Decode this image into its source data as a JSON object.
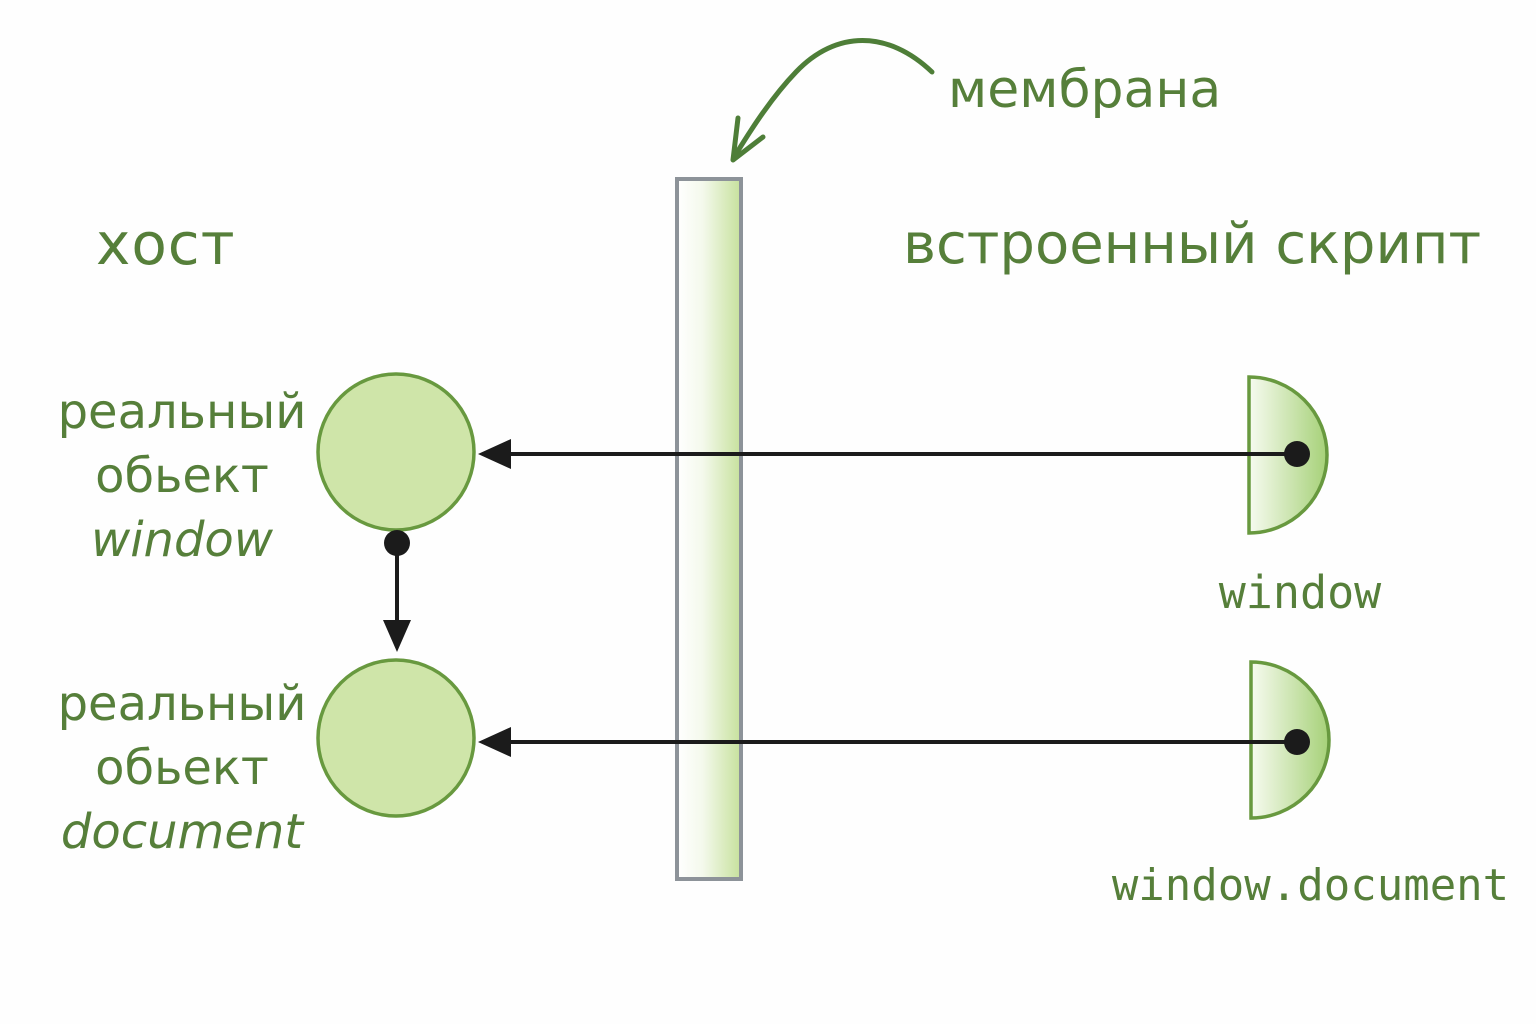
{
  "titles": {
    "host": "хост",
    "script": "встроенный скрипт",
    "membrane": "мембрана"
  },
  "host_objects": [
    {
      "line1": "реальный",
      "line2": "обьект",
      "emph": "window"
    },
    {
      "line1": "реальный",
      "line2": "обьект",
      "emph": "document"
    }
  ],
  "script_objects": [
    {
      "label": "window"
    },
    {
      "label": "window.document"
    }
  ],
  "colors": {
    "text_green": "#567f3a",
    "shape_border_green": "#68993f",
    "circle_fill": "#cfe5a9",
    "half_disc_green": "#a6d178",
    "membrane_green": "#c6e19c",
    "membrane_border": "#8d9399",
    "arrow_black": "#1b1b1b",
    "curved_arrow_green": "#4e7e38"
  }
}
